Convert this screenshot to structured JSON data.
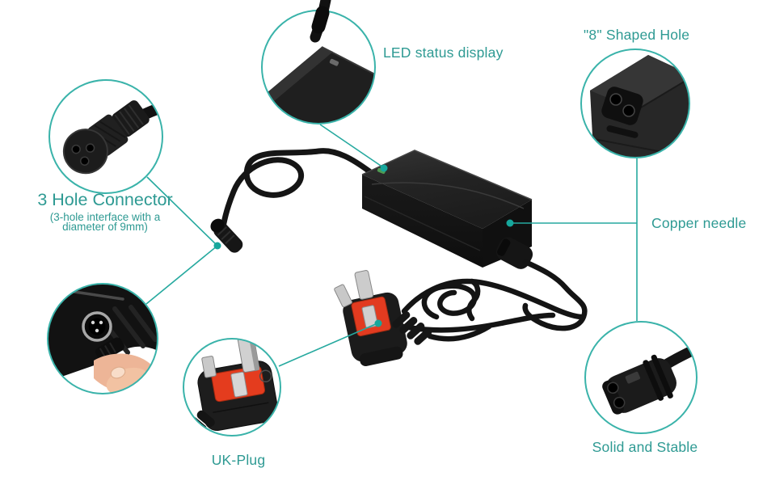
{
  "page": {
    "background": "#ffffff"
  },
  "colors": {
    "accent_line": "#26a99f",
    "circle_border": "#3ab3aa",
    "text_teal": "#2e9a93",
    "dot": "#16a79c",
    "adapter_black": "#222222",
    "plug_red": "#e23b20",
    "pin_silver": "#cccccc",
    "skin": "#edb597"
  },
  "callouts": {
    "three_hole": {
      "title": "3 Hole Connector",
      "subtitle_line1": "(3-hole interface with a",
      "subtitle_line2": "diameter of 9mm)"
    },
    "led": {
      "label": "LED status display"
    },
    "eight_hole": {
      "label": "\"8\" Shaped Hole"
    },
    "copper": {
      "label": "Copper needle"
    },
    "uk_plug": {
      "label": "UK-Plug"
    },
    "solid": {
      "label": "Solid and Stable"
    }
  },
  "insets": {
    "left": "3-hole-connector-macro-photo",
    "top_center": "led-status-corner-macro-photo",
    "top_right": "figure-8-inlet-macro-photo",
    "bottom_left": "device-socket-with-hand-macro-photo",
    "bottom_center": "uk-plug-macro-photo",
    "bottom_right": "c7-connector-macro-photo"
  }
}
